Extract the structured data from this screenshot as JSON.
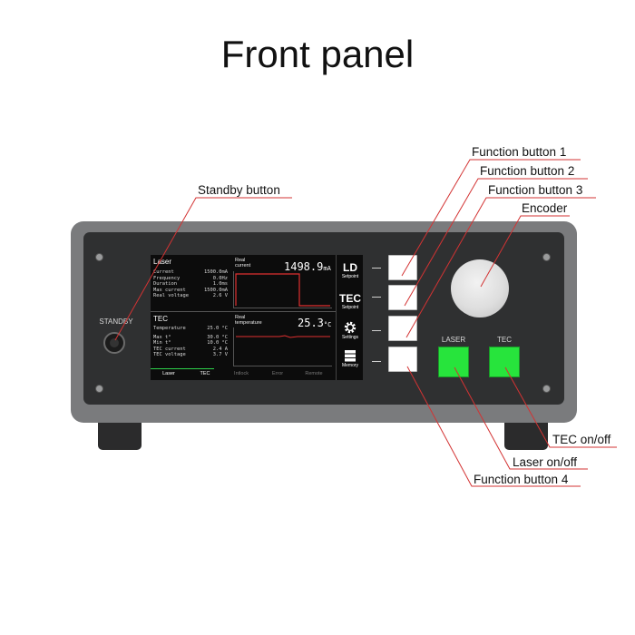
{
  "title": "Front panel",
  "callouts": {
    "function_button_1": "Function button 1",
    "function_button_2": "Function button 2",
    "function_button_3": "Function button 3",
    "encoder": "Encoder",
    "standby_button": "Standby button",
    "tec_on_off": "TEC on/off",
    "laser_on_off": "Laser on/off",
    "function_button_4": "Function button 4"
  },
  "panel": {
    "standby_label": "STANDBY",
    "laser_label": "LASER",
    "tec_label": "TEC"
  },
  "screen": {
    "laser": {
      "title": "Laser",
      "rows": [
        {
          "label": "Current",
          "value": "1500.0mA"
        },
        {
          "label": "Frequency",
          "value": "0.0Hz"
        },
        {
          "label": "Duration",
          "value": "1.0ms"
        },
        {
          "label": "Max  current",
          "value": "1500.0mA"
        },
        {
          "label": "Real voltage",
          "value": "2.6 V"
        }
      ],
      "graph_label_1": "Real",
      "graph_label_2": "current",
      "value": "1498.9",
      "unit": "mA"
    },
    "tec": {
      "title": "TEC",
      "rows": [
        {
          "label": "Temperature",
          "value": "25.0 °C"
        },
        {
          "label": "Max t°",
          "value": "30.0 °C"
        },
        {
          "label": "Min t°",
          "value": "10.0 °C"
        },
        {
          "label": "TEC current",
          "value": "2.4  A"
        },
        {
          "label": "TEC voltage",
          "value": "3.7  V"
        }
      ],
      "graph_label_1": "Real",
      "graph_label_2": "temperature",
      "value": "25.3",
      "unit": "°C"
    },
    "side_buttons": {
      "ld_big": "LD",
      "ld_small": "Setpoint",
      "tec_big": "TEC",
      "tec_small": "Setpoint",
      "settings_small": "Settings",
      "memory_small": "Memory"
    },
    "tabs": [
      "Laser",
      "TEC",
      "Intlock",
      "Error",
      "Remote"
    ]
  },
  "colors": {
    "leader": "#d33333",
    "button_green": "#27e43c",
    "trace_red": "#e03030"
  }
}
